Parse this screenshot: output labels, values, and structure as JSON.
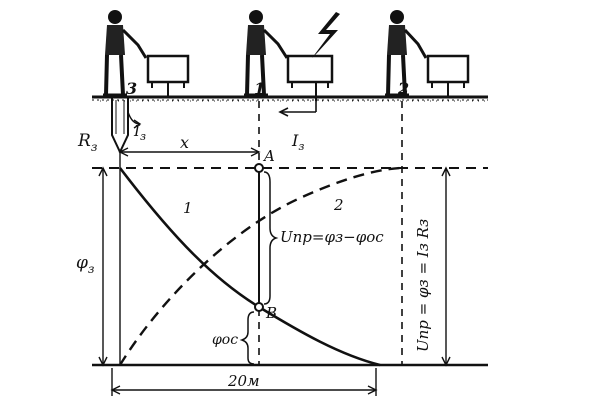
{
  "figure": {
    "persons": [
      {
        "number": "3"
      },
      {
        "number": "1"
      },
      {
        "number": "2"
      }
    ],
    "electrode_label": "R",
    "electrode_sub": "з",
    "current_left": "I",
    "current_left_sub": "з",
    "current_mid": "I",
    "current_mid_sub": "з",
    "x_label": "x",
    "point_a": "A",
    "point_b": "B",
    "curve_1_label": "1",
    "curve_2_label": "2",
    "phi_left": "φ",
    "phi_left_sub": "з",
    "u_touch_mid": "Uпр=φз−φос",
    "phi_os": "φос",
    "u_touch_right": "Uпр = φз = Iз Rз",
    "distance_label": "20м"
  }
}
